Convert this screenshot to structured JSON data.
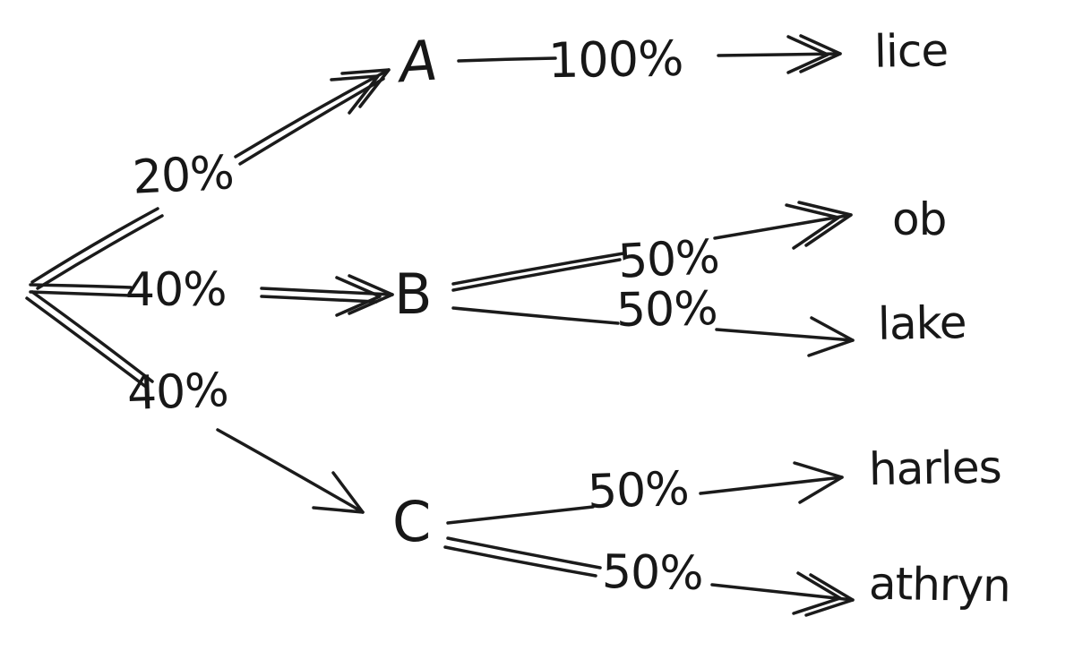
{
  "diagram": {
    "type": "probability-tree",
    "ink_color": "#1b1b1b",
    "background": "#ffffff",
    "root_branches": [
      {
        "probability": "20%",
        "node": "A"
      },
      {
        "probability": "40%",
        "node": "B"
      },
      {
        "probability": "40%",
        "node": "C"
      }
    ],
    "leaf_branches": [
      {
        "from": "A",
        "probability": "100%",
        "outcome": "lice"
      },
      {
        "from": "B",
        "probability": "50%",
        "outcome": "ob"
      },
      {
        "from": "B",
        "probability": "50%",
        "outcome": "lake"
      },
      {
        "from": "C",
        "probability": "50%",
        "outcome": "harles"
      },
      {
        "from": "C",
        "probability": "50%",
        "outcome": "athryn"
      }
    ]
  }
}
